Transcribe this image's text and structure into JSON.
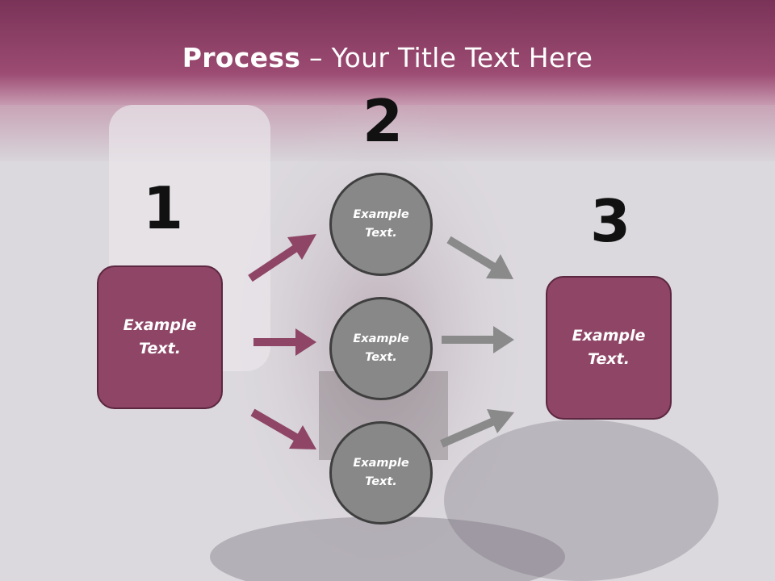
{
  "title": {
    "bold": "Process",
    "rest": " – Your Title Text Here"
  },
  "steps": {
    "n1": "1",
    "n2": "2",
    "n3": "3"
  },
  "left_box": {
    "line1": "Example",
    "line2": "Text."
  },
  "right_box": {
    "line1": "Example",
    "line2": "Text."
  },
  "circles": [
    {
      "line1": "Example",
      "line2": "Text."
    },
    {
      "line1": "Example",
      "line2": "Text."
    },
    {
      "line1": "Example",
      "line2": "Text."
    }
  ],
  "colors": {
    "accent": "#8e4566",
    "accent_border": "#5c2740",
    "circle_fill": "#888888",
    "arrow_left": "#8e4566",
    "arrow_right": "#8a8a8a"
  }
}
